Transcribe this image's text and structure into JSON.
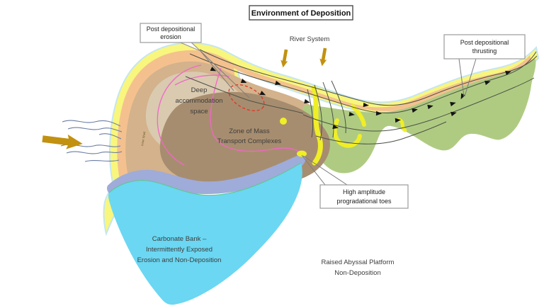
{
  "title": "Environment of Deposition",
  "labels": {
    "river_system": "River System",
    "inner_shelf": "Inner Shelf",
    "deep_accommodation": {
      "line1": "Deep",
      "line2": "accommodation",
      "line3": "space"
    },
    "mass_transport": {
      "line1": "Zone of Mass",
      "line2": "Transport Complexes"
    },
    "carbonate_bank": {
      "line1": "Carbonate Bank –",
      "line2": "Intermittently Exposed",
      "line3": "Erosion and Non-Deposition"
    },
    "abyssal_platform": {
      "line1": "Raised Abyssal Platform",
      "line2": "Non-Deposition"
    }
  },
  "callouts": {
    "erosion": {
      "line1": "Post depositional",
      "line2": "erosion"
    },
    "thrusting": {
      "line1": "Post depositional",
      "line2": "thrusting"
    },
    "toes": {
      "line1": "High amplitude",
      "line2": "progradational toes"
    }
  },
  "colors": {
    "shelf_yellow": "#F8F67D",
    "shelf_rim_blue": "#C5E6F0",
    "slope_orange": "#F4C18E",
    "accommodation_tan": "#D3B28C",
    "accommodation_inner": "#DACAB0",
    "mass_transport_brown": "#A78D6F",
    "abyssal_green": "#AFCB82",
    "carbonate_cyan": "#6BD7F2",
    "carbonate_rim_periwinkle": "#9FABD9",
    "carbonate_rim_green": "#5BC98B",
    "channel_belt_yellow": "#F0EE26",
    "contour_pink": "#F068C8",
    "erosion_red": "#E33324",
    "flow_arrow_mustard": "#C29110"
  }
}
